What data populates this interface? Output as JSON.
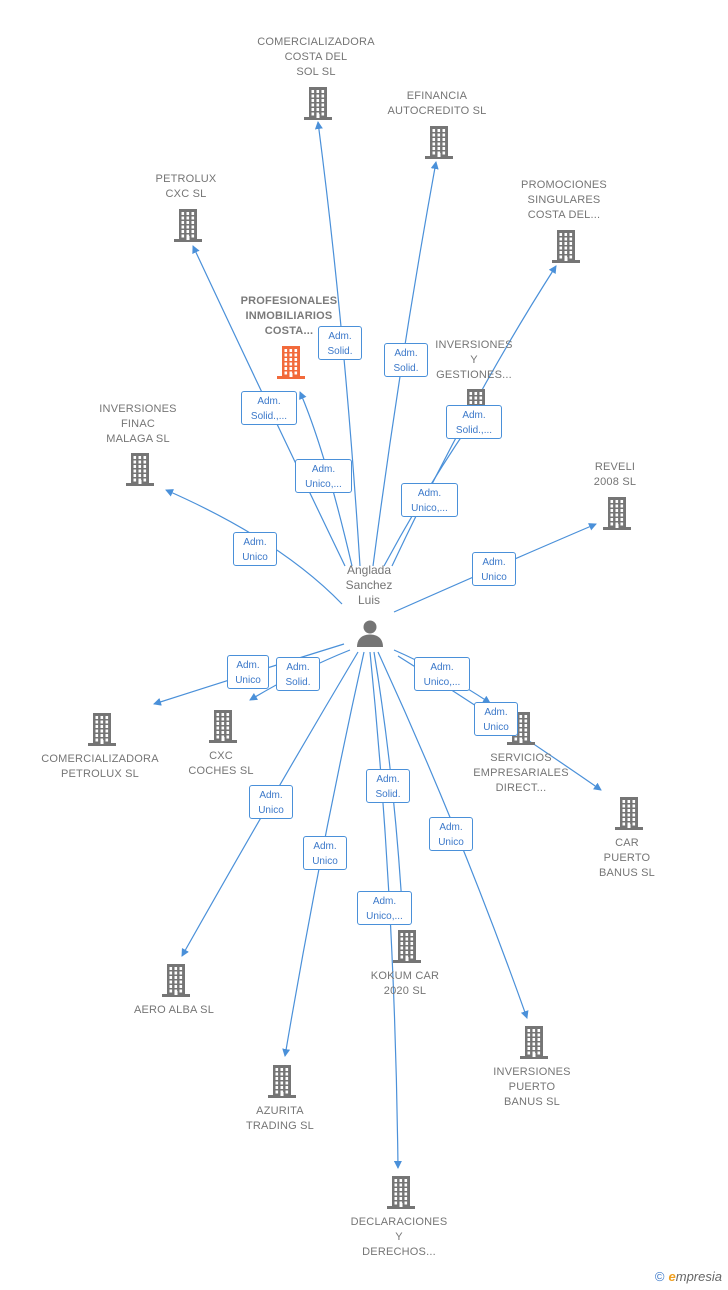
{
  "center": {
    "label": "Anglada\nSanchez\nLuis",
    "icon": "person-icon"
  },
  "nodes": [
    {
      "id": "comercializadora-costa-del-sol",
      "label": "COMERCIALIZADORA\nCOSTA DEL\nSOL  SL",
      "icon": "building-icon"
    },
    {
      "id": "efinancia",
      "label": "EFINANCIA\nAUTOCREDITO SL",
      "icon": "building-icon"
    },
    {
      "id": "petrolux-cxc",
      "label": "PETROLUX\nCXC  SL",
      "icon": "building-icon"
    },
    {
      "id": "promociones-singulares",
      "label": "PROMOCIONES\nSINGULARES\nCOSTA DEL...",
      "icon": "building-icon"
    },
    {
      "id": "profesionales-inmobiliarios",
      "label": "PROFESIONALES\nINMOBILIARIOS\nCOSTA...",
      "icon": "building-icon",
      "focused": true
    },
    {
      "id": "inversiones-y-gestiones",
      "label": "INVERSIONES\nY\nGESTIONES...",
      "icon": "building-icon"
    },
    {
      "id": "inversiones-finac-malaga",
      "label": "INVERSIONES\nFINAC\nMALAGA SL",
      "icon": "building-icon"
    },
    {
      "id": "reveli-2008",
      "label": "REVELI\n2008 SL",
      "icon": "building-icon"
    },
    {
      "id": "comercializadora-petrolux",
      "label": "COMERCIALIZADORA\nPETROLUX  SL",
      "icon": "building-icon"
    },
    {
      "id": "cxc-coches",
      "label": "CXC\nCOCHES  SL",
      "icon": "building-icon"
    },
    {
      "id": "servicios-empresariales",
      "label": "SERVICIOS\nEMPRESARIALES\nDIRECT...",
      "icon": "building-icon"
    },
    {
      "id": "car-puerto-banus",
      "label": "CAR\nPUERTO\nBANUS SL",
      "icon": "building-icon"
    },
    {
      "id": "aero-alba",
      "label": "AERO ALBA SL",
      "icon": "building-icon"
    },
    {
      "id": "kokum-car",
      "label": "KOKUM CAR\n2020 SL",
      "icon": "building-icon"
    },
    {
      "id": "azurita-trading",
      "label": "AZURITA\nTRADING  SL",
      "icon": "building-icon"
    },
    {
      "id": "inversiones-puerto-banus",
      "label": "INVERSIONES\nPUERTO\nBANUS SL",
      "icon": "building-icon"
    },
    {
      "id": "declaraciones-y-derechos",
      "label": "DECLARACIONES\nY\nDERECHOS...",
      "icon": "building-icon"
    }
  ],
  "relations": [
    {
      "target": "comercializadora-costa-del-sol",
      "label": "Adm.\nSolid."
    },
    {
      "target": "efinancia",
      "label": "Adm.\nSolid."
    },
    {
      "target": "petrolux-cxc",
      "label": "Adm.\nSolid.,..."
    },
    {
      "target": "promociones-singulares",
      "label": "Adm.\nSolid.,..."
    },
    {
      "target": "profesionales-inmobiliarios",
      "label": "Adm.\nUnico,..."
    },
    {
      "target": "inversiones-y-gestiones",
      "label": "Adm.\nUnico,..."
    },
    {
      "target": "inversiones-finac-malaga",
      "label": "Adm.\nUnico"
    },
    {
      "target": "reveli-2008",
      "label": "Adm.\nUnico"
    },
    {
      "target": "comercializadora-petrolux",
      "label": "Adm.\nUnico"
    },
    {
      "target": "cxc-coches",
      "label": "Adm.\nSolid."
    },
    {
      "target": "servicios-empresariales",
      "label": "Adm.\nUnico,..."
    },
    {
      "target": "car-puerto-banus",
      "label": "Adm.\nUnico"
    },
    {
      "target": "aero-alba",
      "label": "Adm.\nUnico"
    },
    {
      "target": "azurita-trading",
      "label": "Adm.\nUnico"
    },
    {
      "target": "kokum-car",
      "label": "Adm.\nSolid."
    },
    {
      "target": "declaraciones-y-derechos",
      "label": "Adm.\nUnico,..."
    },
    {
      "target": "inversiones-puerto-banus",
      "label": "Adm.\nUnico"
    }
  ],
  "colors": {
    "edge": "#4a90d9",
    "building": "#757575",
    "building_focused": "#f26a3b",
    "label_border": "#4a90d9",
    "label_text": "#3b78c9"
  },
  "footer": {
    "copyright_symbol": "©",
    "brand_initial": "e",
    "brand_rest": "mpresia"
  }
}
